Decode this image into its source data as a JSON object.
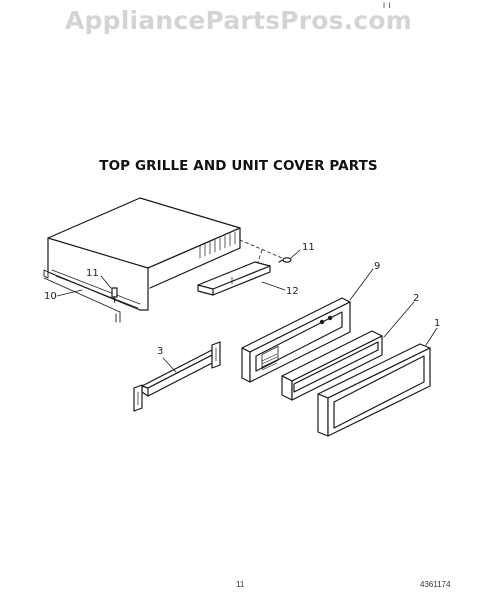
{
  "watermark": "AppliancePartsPros.com",
  "header_marks": "ı  ı",
  "title": "TOP GRILLE AND UNIT COVER PARTS",
  "callouts": {
    "p1": "1",
    "p2": "2",
    "p3": "3",
    "p9": "9",
    "p10": "10",
    "p11a": "11",
    "p11b": "11",
    "p12": "12"
  },
  "footer": {
    "page": "11",
    "doc": "4361174"
  }
}
